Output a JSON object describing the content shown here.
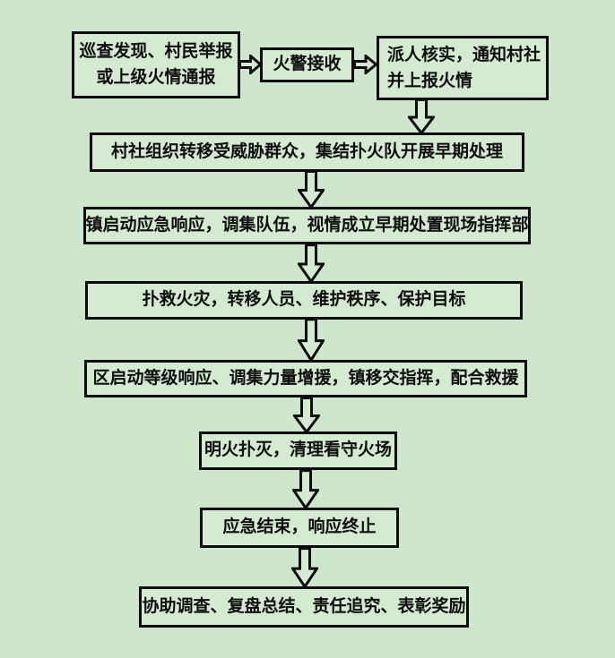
{
  "palette": {
    "background": "#cee6cb",
    "box_fill": "#d4ead1",
    "border": "#0b0b0b",
    "text": "#0d0d0d"
  },
  "flowchart": {
    "nodes": [
      {
        "text": "巡查发现、村民举报\n或上级火情通报"
      },
      {
        "text": "火警接收"
      },
      {
        "text": "派人核实，通知村社\n并上报火情"
      },
      {
        "text": "村社组织转移受威胁群众，集结扑火队开展早期处理"
      },
      {
        "text": "镇启动应急响应，调集队伍，视情成立早期处置现场指挥部"
      },
      {
        "text": "扑救火灾，转移人员、维护秩序、保护目标"
      },
      {
        "text": "区启动等级响应、调集力量增援，镇移交指挥，配合救援"
      },
      {
        "text": "明火扑灭，清理看守火场"
      },
      {
        "text": "应急结束，响应终止"
      },
      {
        "text": "协助调查、复盘总结、责任追究、表彰奖励"
      }
    ],
    "decor": {
      "smudge": "· ·"
    }
  }
}
